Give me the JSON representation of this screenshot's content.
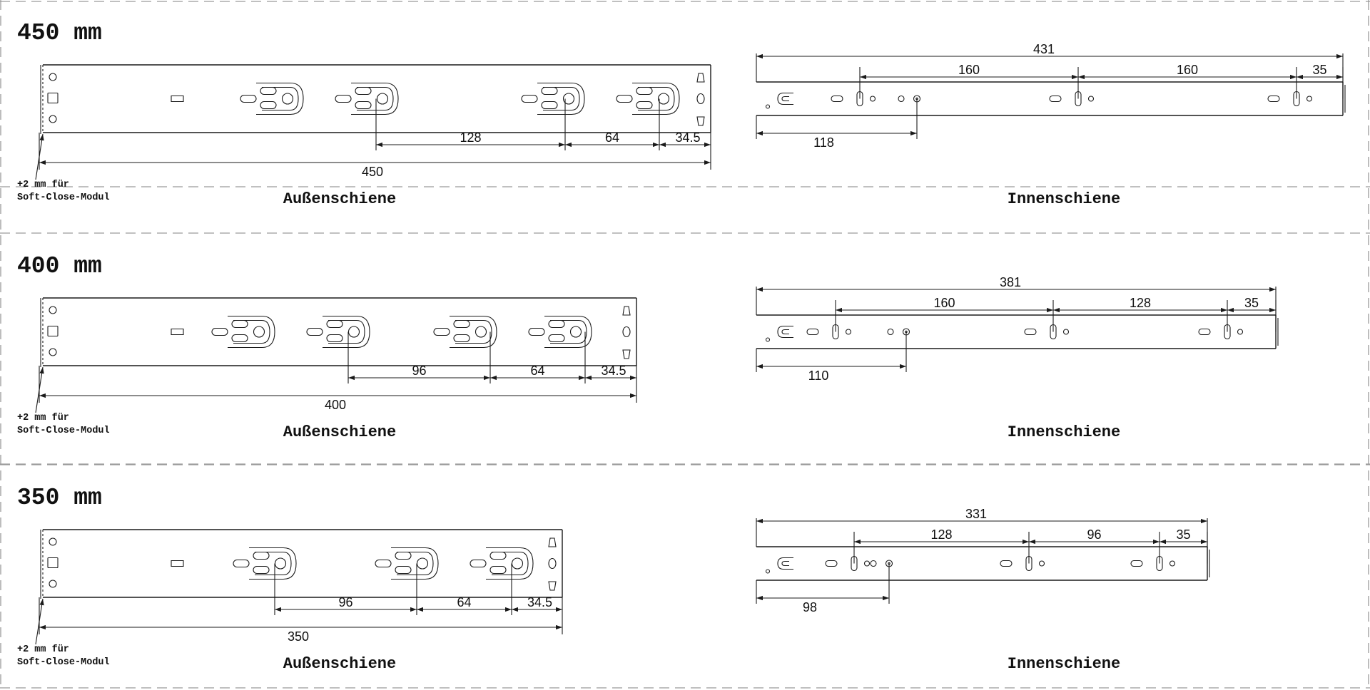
{
  "sections": [
    {
      "title": "450 mm",
      "outer": {
        "caption": "Außenschiene",
        "note_line1": "+2 mm für",
        "note_line2": "Soft-Close-Modul",
        "total": "450",
        "dims": [
          "128",
          "64",
          "34.5"
        ]
      },
      "inner": {
        "caption": "Innenschiene",
        "total": "431",
        "dims": [
          "160",
          "160",
          "35"
        ],
        "offset": "118"
      }
    },
    {
      "title": "400 mm",
      "outer": {
        "caption": "Außenschiene",
        "note_line1": "+2 mm für",
        "note_line2": "Soft-Close-Modul",
        "total": "400",
        "dims": [
          "96",
          "64",
          "34.5"
        ]
      },
      "inner": {
        "caption": "Innenschiene",
        "total": "381",
        "dims": [
          "160",
          "128",
          "35"
        ],
        "offset": "110"
      }
    },
    {
      "title": "350 mm",
      "outer": {
        "caption": "Außenschiene",
        "note_line1": "+2 mm für",
        "note_line2": "Soft-Close-Modul",
        "total": "350",
        "dims": [
          "96",
          "64",
          "34.5"
        ]
      },
      "inner": {
        "caption": "Innenschiene",
        "total": "331",
        "dims": [
          "128",
          "96",
          "35"
        ],
        "offset": "98"
      }
    }
  ]
}
